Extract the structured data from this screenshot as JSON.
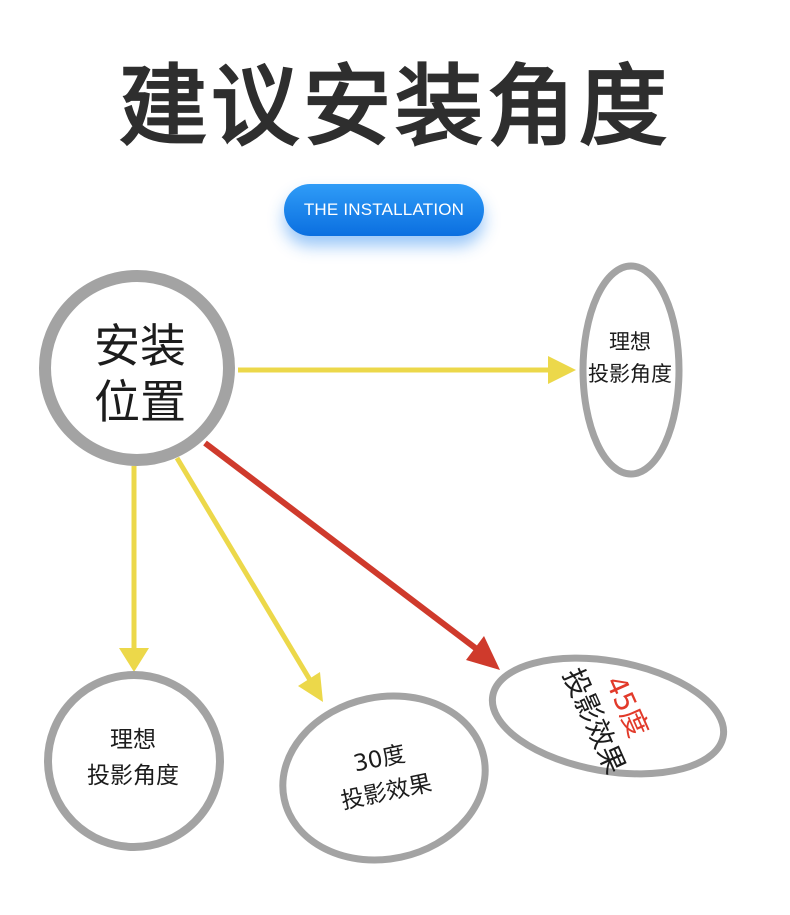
{
  "title": "建议安装角度",
  "subtitle_pill": "THE INSTALLATION",
  "colors": {
    "title": "#2e2e2e",
    "pill": "#1a86ee",
    "circle_stroke": "#a3a3a3",
    "arrow_yellow": "#ecd84a",
    "arrow_red": "#cf3a2c",
    "highlight_red": "#e23a2a"
  },
  "nodes": {
    "main": {
      "line1": "安装",
      "line2": "位置"
    },
    "right": {
      "line1": "理想",
      "line2": "投影角度"
    },
    "bottom_left": {
      "line1": "理想",
      "line2": "投影角度"
    },
    "bottom_middle": {
      "line1": "30度",
      "line2": "投影效果"
    },
    "bottom_right": {
      "line1": "45度",
      "line2": "投影效果"
    }
  },
  "edges": [
    {
      "from": "main",
      "to": "right",
      "color": "yellow"
    },
    {
      "from": "main",
      "to": "bottom_left",
      "color": "yellow"
    },
    {
      "from": "main",
      "to": "bottom_middle",
      "color": "yellow"
    },
    {
      "from": "main",
      "to": "bottom_right",
      "color": "red"
    }
  ]
}
